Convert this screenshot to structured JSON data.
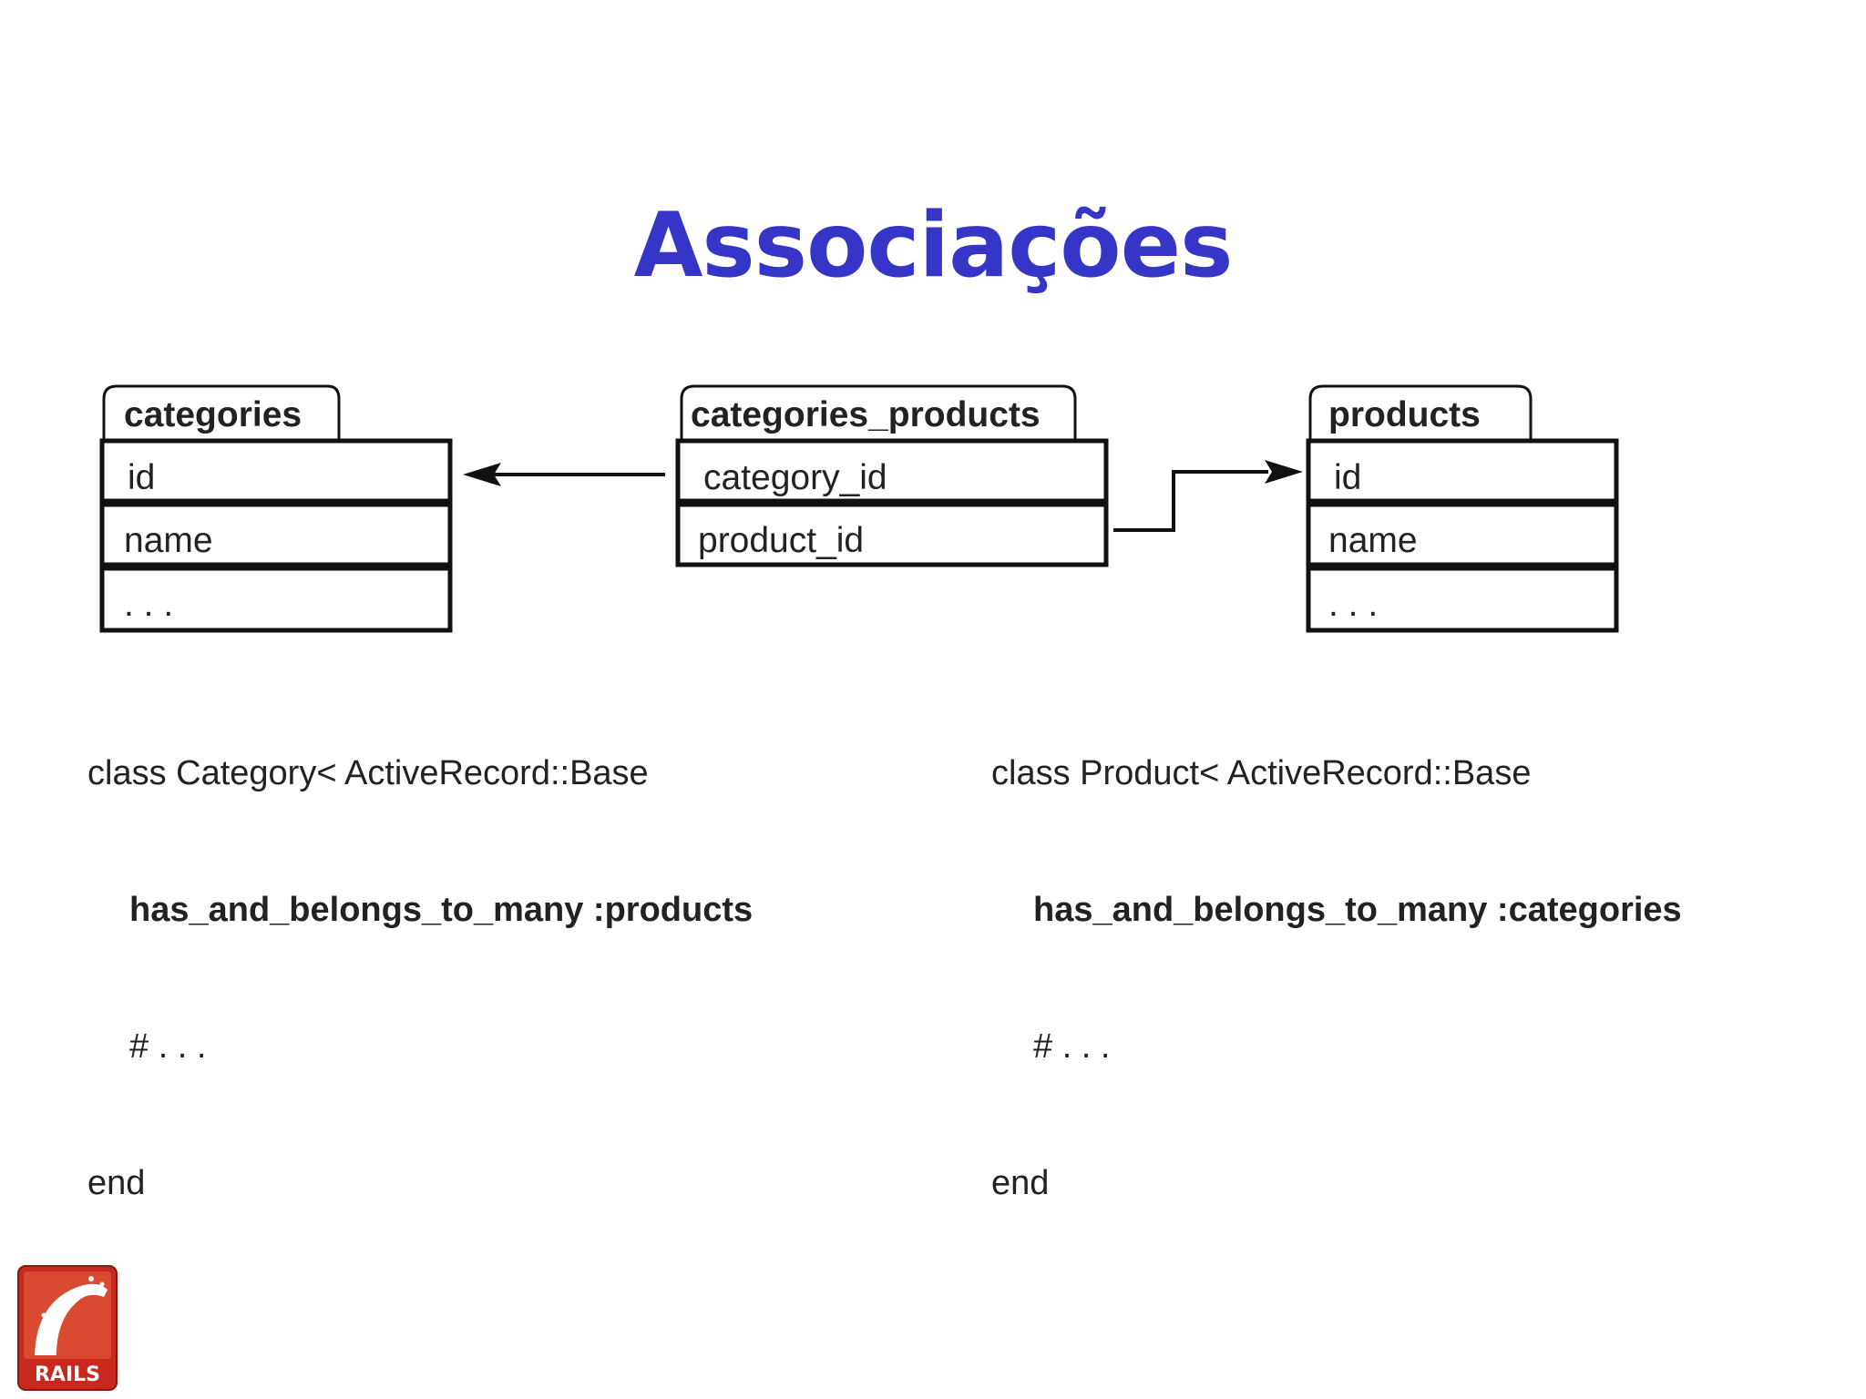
{
  "slide": {
    "title": "Associações"
  },
  "diagram": {
    "tables": [
      {
        "name": "categories",
        "fields": [
          "id",
          "name",
          ". . ."
        ]
      },
      {
        "name": "categories_products",
        "fields": [
          "category_id",
          "product_id"
        ]
      },
      {
        "name": "products",
        "fields": [
          "id",
          "name",
          ". . ."
        ]
      }
    ]
  },
  "code": {
    "left": {
      "class_line": "class Category< ActiveRecord::Base",
      "assoc_line": "has_and_belongs_to_many :products",
      "comment_line": "# . . .",
      "end_line": "end"
    },
    "right": {
      "class_line": "class Product< ActiveRecord::Base",
      "assoc_line": "has_and_belongs_to_many :categories",
      "comment_line": "# . . .",
      "end_line": "end"
    }
  },
  "logo": {
    "text": "RAILS",
    "color": "#c8281e"
  },
  "colors": {
    "title": "#3535c8",
    "lines": "#111111"
  }
}
